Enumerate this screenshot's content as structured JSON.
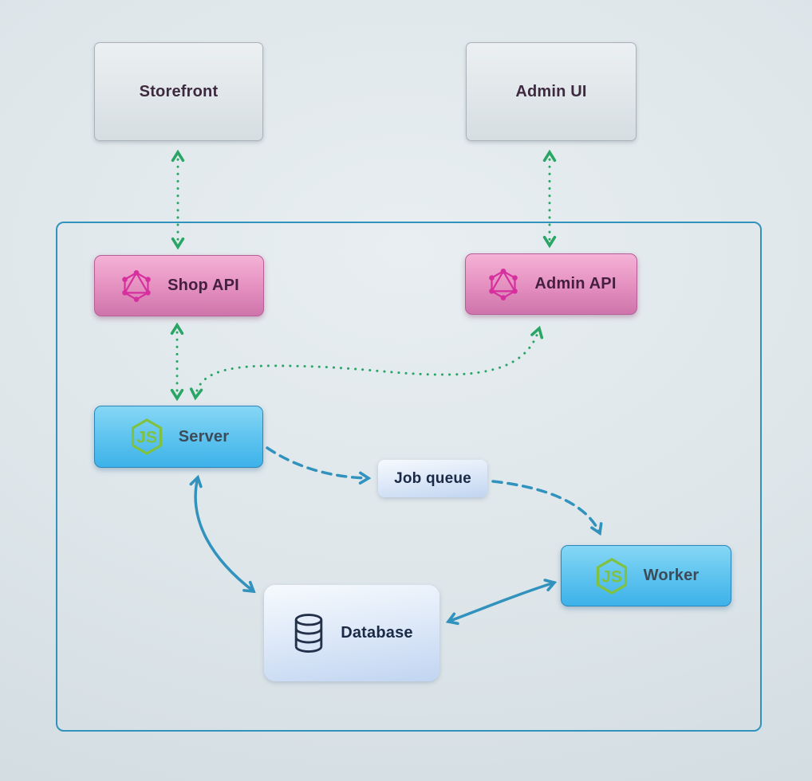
{
  "diagram": {
    "nodes": {
      "storefront": {
        "label": "Storefront"
      },
      "admin_ui": {
        "label": "Admin UI"
      },
      "shop_api": {
        "label": "Shop API",
        "icon": "graphql-icon"
      },
      "admin_api": {
        "label": "Admin API",
        "icon": "graphql-icon"
      },
      "server": {
        "label": "Server",
        "icon": "nodejs-icon"
      },
      "job_queue": {
        "label": "Job queue"
      },
      "worker": {
        "label": "Worker",
        "icon": "nodejs-icon"
      },
      "database": {
        "label": "Database",
        "icon": "database-icon"
      }
    },
    "edges": [
      {
        "from": "Storefront",
        "to": "Shop API",
        "style": "dotted-green",
        "bidirectional": true
      },
      {
        "from": "Admin UI",
        "to": "Admin API",
        "style": "dotted-green",
        "bidirectional": true
      },
      {
        "from": "Shop API",
        "to": "Server",
        "style": "dotted-green",
        "bidirectional": true
      },
      {
        "from": "Server",
        "to": "Admin API",
        "style": "dotted-green",
        "bidirectional": true
      },
      {
        "from": "Server",
        "to": "Job queue",
        "style": "dashed-blue",
        "bidirectional": false
      },
      {
        "from": "Job queue",
        "to": "Worker",
        "style": "dashed-blue",
        "bidirectional": false
      },
      {
        "from": "Server",
        "to": "Database",
        "style": "solid-blue",
        "bidirectional": true
      },
      {
        "from": "Worker",
        "to": "Database",
        "style": "solid-blue",
        "bidirectional": true
      }
    ],
    "colors": {
      "green_arrow": "#29a566",
      "blue_arrow": "#3193bd",
      "container_border": "#3193bd",
      "graphql_pink": "#d6309f",
      "nodejs_green": "#7fc241",
      "database_icon": "#233049"
    }
  }
}
